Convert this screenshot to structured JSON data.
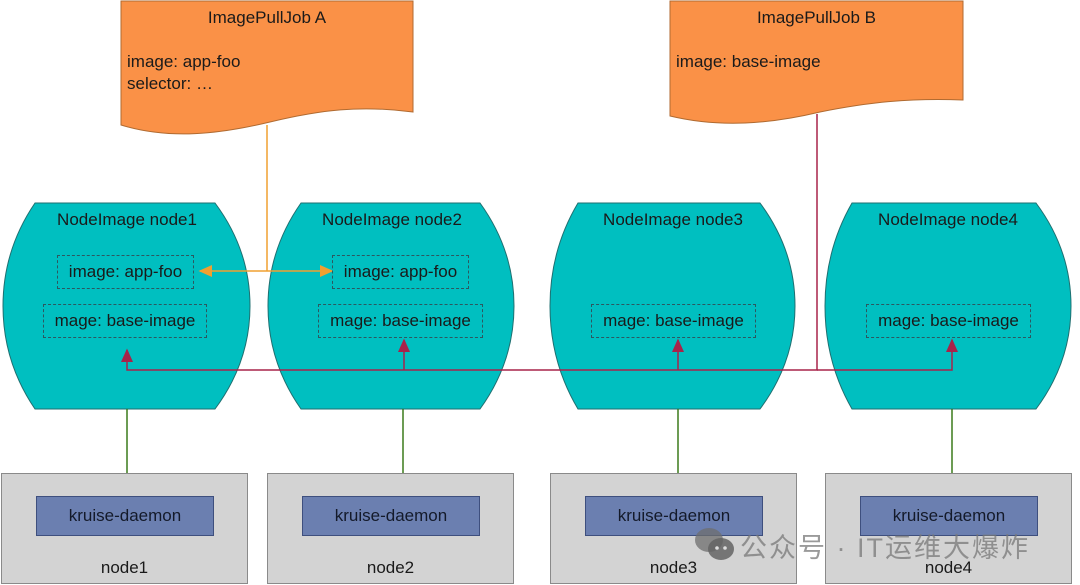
{
  "jobs": [
    {
      "title": "ImagePullJob A",
      "lines": [
        "image: app-foo",
        "selector: …"
      ]
    },
    {
      "title": "ImagePullJob B",
      "lines": [
        "image: base-image"
      ]
    }
  ],
  "nodeimages": [
    {
      "title": "NodeImage node1",
      "images": [
        "image: app-foo",
        "mage: base-image"
      ]
    },
    {
      "title": "NodeImage node2",
      "images": [
        "image: app-foo",
        "mage: base-image"
      ]
    },
    {
      "title": "NodeImage node3",
      "images": [
        "mage: base-image"
      ]
    },
    {
      "title": "NodeImage node4",
      "images": [
        "mage: base-image"
      ]
    }
  ],
  "nodes": [
    {
      "daemon": "kruise-daemon",
      "label": "node1"
    },
    {
      "daemon": "kruise-daemon",
      "label": "node2"
    },
    {
      "daemon": "kruise-daemon",
      "label": "node3"
    },
    {
      "daemon": "kruise-daemon",
      "label": "node4"
    }
  ],
  "colors": {
    "job_fill": "#fa9147",
    "nodeimage_fill": "#00bfc0",
    "job_a_line": "#f0a030",
    "job_b_line": "#a8234a",
    "node_arrow": "#3a7a1a",
    "node_fill": "#d3d3d3",
    "daemon_fill": "#6b7fb0"
  },
  "watermark": {
    "text": "公众号 · IT运维大爆炸",
    "icon": "wechat-icon"
  }
}
